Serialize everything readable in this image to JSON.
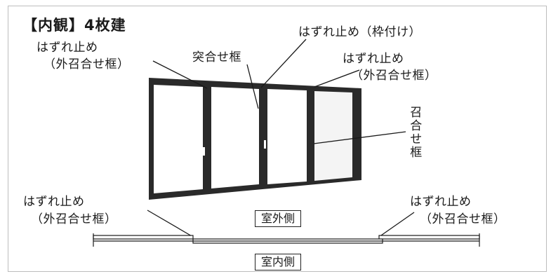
{
  "title": "【内観】4枚建",
  "labels": {
    "top_left_line1": "はずれ止め",
    "top_left_line2": "（外召合せ框）",
    "meeting_rail": "突合せ框",
    "frame_stop": "はずれ止め（枠付け）",
    "top_right_line1": "はずれ止め",
    "top_right_line2": "（外召合せ框）",
    "meeting_stile_vertical": "召合せ框",
    "bottom_left_line1": "はずれ止め",
    "bottom_left_line2": "（外召合せ框）",
    "bottom_right_line1": "はずれ止め",
    "bottom_right_line2": "（外召合せ框）"
  },
  "sides": {
    "outdoor": "室外側",
    "indoor": "室内側"
  },
  "colors": {
    "line": "#1a1a1a",
    "frame": "#2a2a2a",
    "glass": "#ffffff"
  }
}
